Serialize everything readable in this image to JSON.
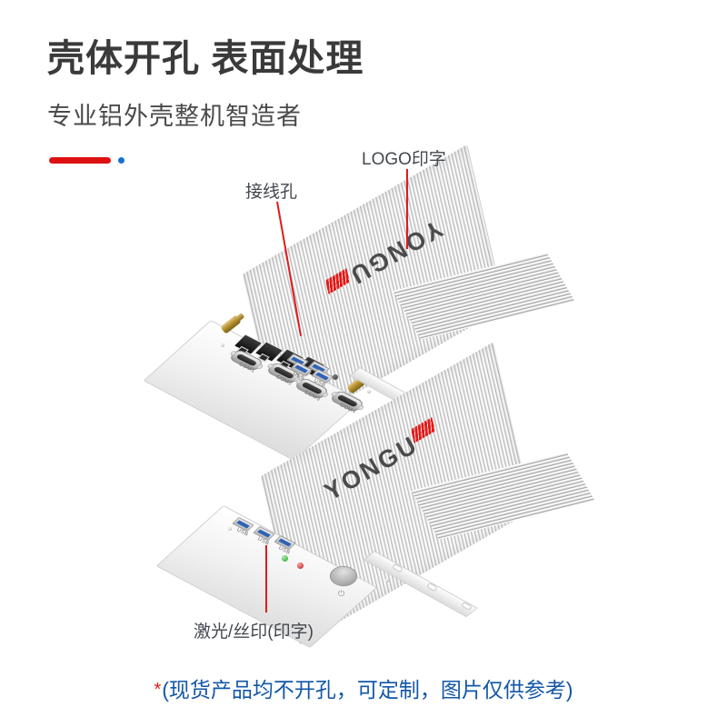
{
  "header": {
    "title": "壳体开孔 表面处理",
    "subtitle": "专业铝外壳整机智造者",
    "accent_red": "#dd1111",
    "accent_blue": "#1a6fd4",
    "title_color": "#3a3a3a"
  },
  "callouts": [
    {
      "id": "wiring-hole",
      "label": "接线孔"
    },
    {
      "id": "logo-print",
      "label": "LOGO印字"
    },
    {
      "id": "laser-print",
      "label": "激光/丝印(印字)"
    }
  ],
  "leader_line_color": "#e01b1b",
  "footer": {
    "asterisk": "*",
    "text": "(现货产品均不开孔，可定制，图片仅供参考)",
    "color": "#1357a8",
    "asterisk_color": "#e01b1b"
  },
  "products": {
    "top_unit": {
      "brand": "YONGU",
      "ports": {
        "serial": [
          "COM1",
          "COM2",
          "COM3",
          "COM4"
        ],
        "usb": [
          "USB",
          "USB"
        ],
        "lan_count": 4,
        "antenna_count": 2
      }
    },
    "bottom_unit": {
      "brand": "YONGU",
      "ports": {
        "usb": [
          "USB",
          "USB",
          "USB"
        ],
        "leds": [
          "green",
          "red"
        ],
        "power_button_symbol": "⏻"
      }
    }
  }
}
